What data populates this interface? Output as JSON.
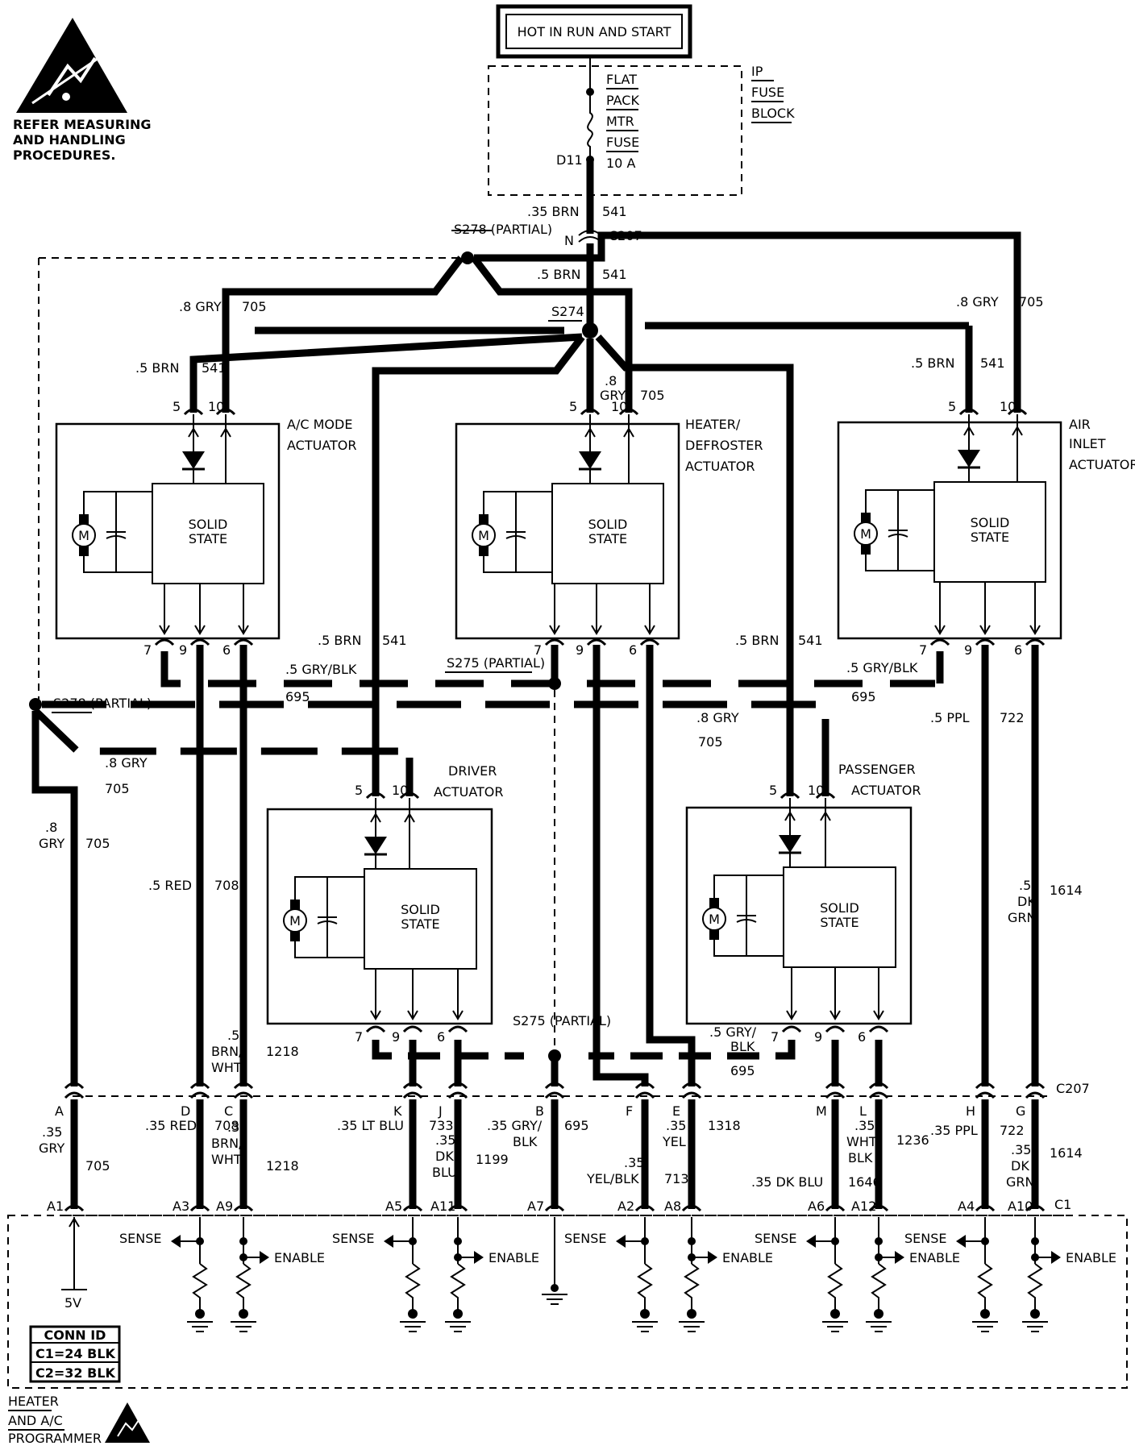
{
  "esd_note": "REFER MEASURING AND HANDLING PROCEDURES.",
  "power_source": "HOT IN RUN AND START",
  "fuse_block": {
    "name_lines": [
      "IP",
      "FUSE",
      "BLOCK"
    ],
    "fuse_lines": [
      "FLAT",
      "PACK",
      "MTR",
      "FUSE",
      "10 A"
    ],
    "terminal": "D11"
  },
  "splices": {
    "s278": "S278 (PARTIAL)",
    "s274": "S274",
    "s275": "S275 (PARTIAL)"
  },
  "connectors": {
    "c207": "C207",
    "c207_n": "N",
    "c1": "C1"
  },
  "actuators": {
    "ac_mode": [
      "A/C MODE",
      "ACTUATOR"
    ],
    "heater_defroster": [
      "HEATER/",
      "DEFROSTER",
      "ACTUATOR"
    ],
    "air_inlet": [
      "AIR",
      "INLET",
      "ACTUATOR"
    ],
    "driver": [
      "DRIVER",
      "ACTUATOR"
    ],
    "passenger": [
      "PASSENGER",
      "ACTUATOR"
    ],
    "solid_state": [
      "SOLID",
      "STATE"
    ],
    "motor": "M"
  },
  "pins": {
    "p5": "5",
    "p10": "10",
    "p7": "7",
    "p9": "9",
    "p6": "6"
  },
  "wire_labels": {
    "brn35": ".35 BRN",
    "brn5": ".5 BRN",
    "circ541": "541",
    "gry8": ".8 GRY",
    "circ705": "705",
    "gry8_a": ".8",
    "gry8_b": "GRY",
    "grybl": ".5 GRY/BLK",
    "circ695": "695",
    "grybl_a": ".5 GRY/",
    "grybl_b": "BLK",
    "red5": ".5 RED",
    "circ708": "708",
    "brnwht5": [
      ".5",
      "BRN/",
      "WHT"
    ],
    "circ1218": "1218",
    "ppl5": ".5 PPL",
    "circ722": "722",
    "dkgrn5": [
      ".5",
      "DK",
      "GRN"
    ],
    "circ1614": "1614",
    "gry35": [
      ".35",
      "GRY"
    ],
    "red35": ".35 RED",
    "brnwht35": [
      ".35",
      "BRN/",
      "WHT"
    ],
    "ltblu35": ".35 LT BLU",
    "circ733": "733",
    "dkblu35v": [
      ".35",
      "DK",
      "BLU"
    ],
    "circ1199": "1199",
    "grybl35": [
      ".35 GRY/",
      "BLK"
    ],
    "yel35": [
      ".35",
      "YEL"
    ],
    "circ1318": "1318",
    "yelblk35": [
      ".35",
      "YEL/BLK"
    ],
    "circ713": "713",
    "dkblu35": ".35 DK BLU",
    "circ1646": "1646",
    "whtblk35": [
      ".35",
      "WHT/",
      "BLK"
    ],
    "circ1236": "1236",
    "ppl35": ".35 PPL",
    "dkgrn35": [
      ".35",
      "DK",
      "GRN"
    ]
  },
  "c207_cavities": [
    "A",
    "D",
    "C",
    "K",
    "J",
    "B",
    "F",
    "E",
    "M",
    "L",
    "H",
    "G"
  ],
  "programmer_pins": [
    "A1",
    "A3",
    "A9",
    "A5",
    "A11",
    "A7",
    "A2",
    "A8",
    "A6",
    "A12",
    "A4",
    "A10"
  ],
  "programmer": {
    "sense": "SENSE",
    "enable": "ENABLE",
    "v5": "5V",
    "name_lines": [
      "HEATER",
      "AND A/C",
      "PROGRAMMER"
    ],
    "conn_id_title": "CONN ID",
    "conn_id_rows": [
      "C1=24 BLK",
      "C2=32 BLK"
    ]
  }
}
